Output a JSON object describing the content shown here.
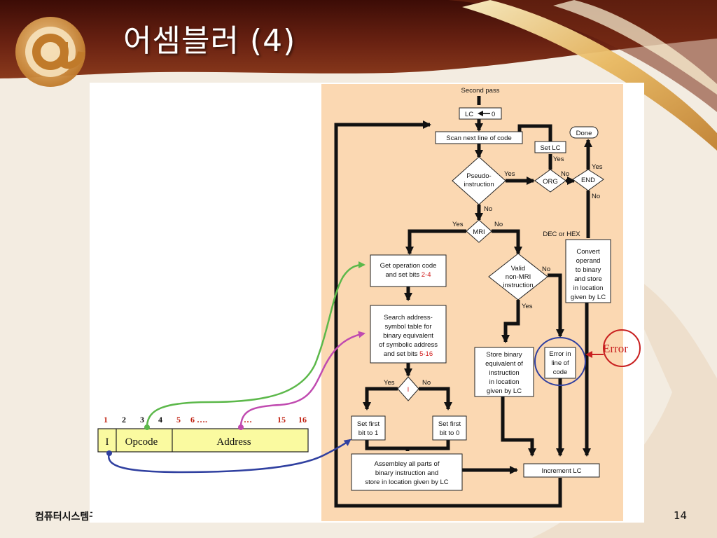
{
  "slide": {
    "title": "어셈블러 (4)",
    "footer_left": "컴퓨터시스템구조",
    "slide_number": "14"
  },
  "flowchart": {
    "second_pass": "Second pass",
    "lc_init": "LC",
    "lc_zero": "0",
    "scan": "Scan next line of code",
    "set_lc": "Set LC",
    "done": "Done",
    "pseudo_1": "Pseudo-",
    "pseudo_2": "instruction",
    "org": "ORG",
    "end": "END",
    "mri": "MRI",
    "valid_1": "Valid",
    "valid_2": "non-MRI",
    "valid_3": "instruction",
    "dec_hex": "DEC or HEX",
    "convert": [
      "Convert",
      "operand",
      "to binary",
      "and store",
      "in location",
      "given by LC"
    ],
    "get_opcode_1": "Get operation code",
    "get_opcode_2a": "and set bits ",
    "get_opcode_2b": "2-4",
    "search": [
      "Search address-",
      "symbol table for",
      "binary equivalent",
      "of symbolic address"
    ],
    "search_last_a": "and set bits ",
    "search_last_b": "5-16",
    "store_binary": [
      "Store binary",
      "equivalent of",
      "instruction",
      "in location",
      "given by LC"
    ],
    "error_box": [
      "Error in",
      "line of",
      "code"
    ],
    "error_label": "Error",
    "i_decision": "I",
    "set_first_1": [
      "Set first",
      "bit to 1"
    ],
    "set_first_0": [
      "Set first",
      "bit to 0"
    ],
    "assemble": [
      "Assembley all parts of",
      "binary instruction and",
      "store in location given by LC"
    ],
    "increment": "Increment  LC",
    "yes": "Yes",
    "no": "No"
  },
  "format": {
    "bits": [
      "1",
      "2",
      "3",
      "4",
      "5",
      "6 ….",
      "…",
      "15",
      "16"
    ],
    "fields": [
      "I",
      "Opcode",
      "Address"
    ]
  },
  "colors": {
    "banner_dark": "#5a1a10",
    "panel_peach": "#fbd8b2",
    "format_fill": "#fafaa0",
    "arrow_green": "#5cb84a",
    "arrow_magenta": "#c04ab0",
    "arrow_blue": "#3040a0",
    "error_red": "#c82020"
  }
}
